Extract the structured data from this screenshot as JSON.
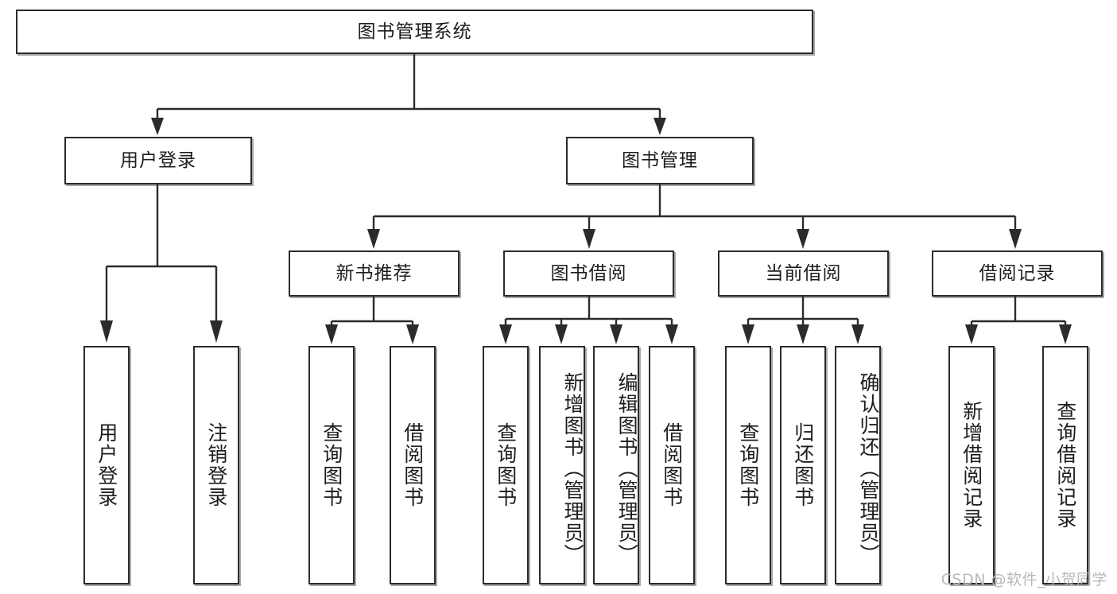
{
  "diagram": {
    "type": "hierarchy-tree",
    "title": "图书管理系统",
    "watermark": "CSDN @软件_小贺同学",
    "levels": {
      "root": {
        "label": "图书管理系统"
      },
      "level2": [
        {
          "label": "用户登录"
        },
        {
          "label": "图书管理"
        }
      ],
      "level3": [
        {
          "label": "新书推荐"
        },
        {
          "label": "图书借阅"
        },
        {
          "label": "当前借阅"
        },
        {
          "label": "借阅记录"
        }
      ],
      "leaves": {
        "user_login": [
          {
            "label": "用户登录"
          },
          {
            "label": "注销登录"
          }
        ],
        "new_book_recommend": [
          {
            "label": "查询图书"
          },
          {
            "label": "借阅图书"
          }
        ],
        "book_borrow": [
          {
            "label": "查询图书"
          },
          {
            "label": "新增图书（管理员）"
          },
          {
            "label": "编辑图书（管理员）"
          },
          {
            "label": "借阅图书"
          }
        ],
        "current_borrow": [
          {
            "label": "查询图书"
          },
          {
            "label": "归还图书"
          },
          {
            "label": "确认归还（管理员）"
          }
        ],
        "borrow_record": [
          {
            "label": "新增借阅记录"
          },
          {
            "label": "查询借阅记录"
          }
        ]
      }
    },
    "colors": {
      "box_border": "#2b2b2b",
      "box_fill": "#ffffff",
      "connector": "#2b2b2b",
      "text": "#1d1d1d",
      "watermark": "#b9b9b9"
    }
  }
}
